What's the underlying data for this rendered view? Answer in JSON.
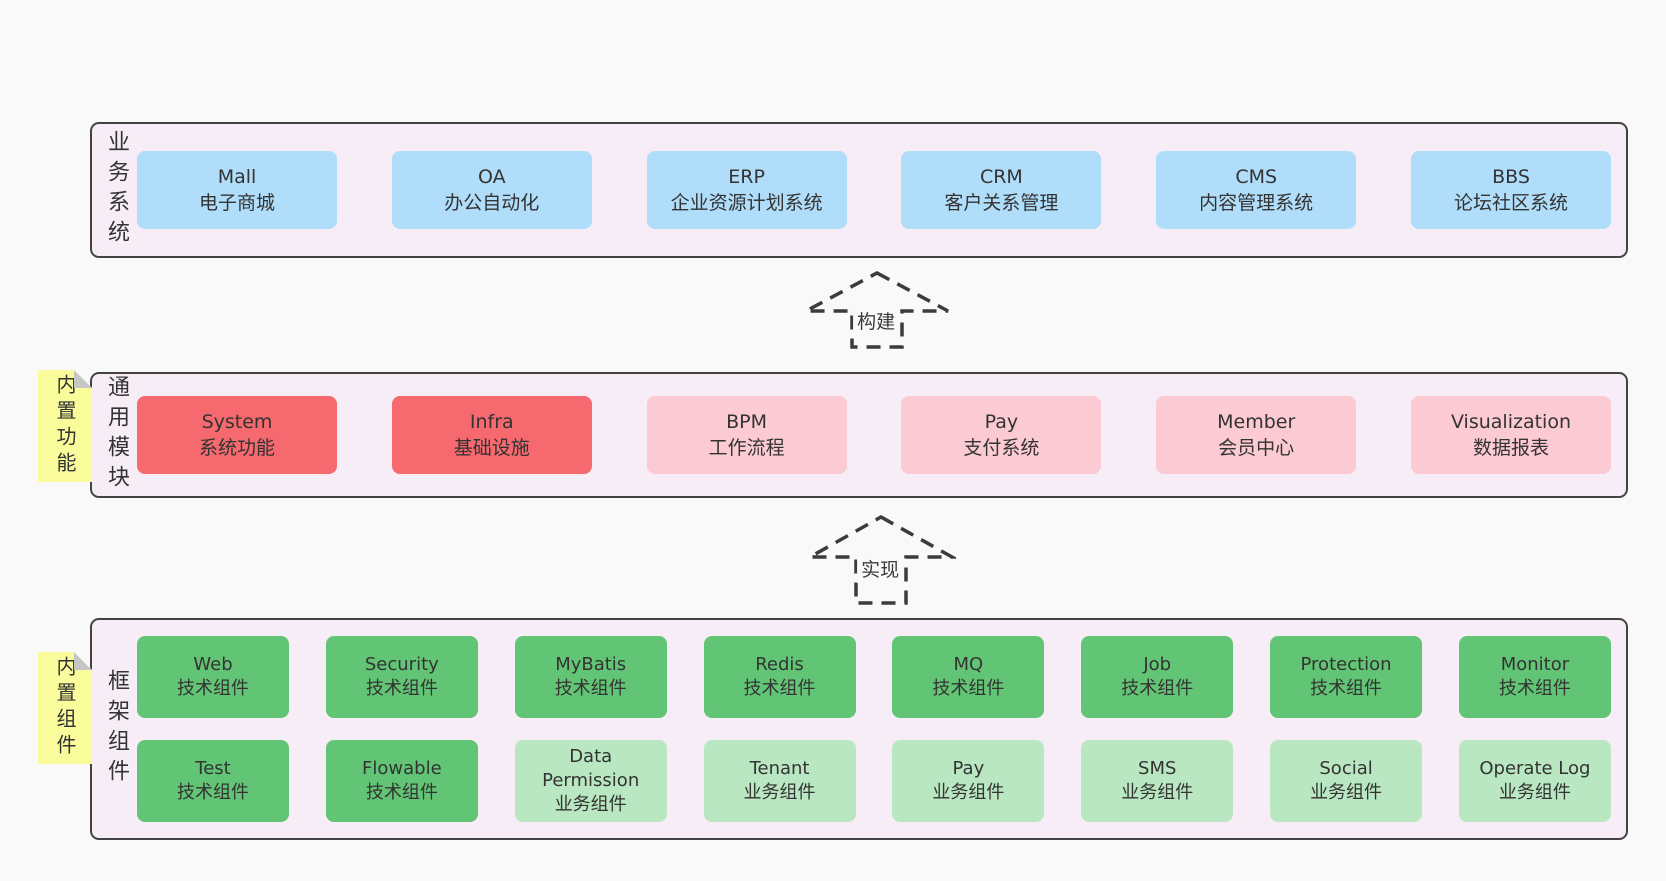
{
  "palette": {
    "blue": "#b0ddf9",
    "red": "#f5696f",
    "pink": "#fbcad2",
    "green": "#62c575",
    "lightGreen": "#b9e7c1",
    "layerBg": "#f7edf6",
    "noteBg": "#fafc9c",
    "pageBg": "#f9f9f9"
  },
  "arrows": [
    {
      "label": "构建"
    },
    {
      "label": "实现"
    }
  ],
  "layers": [
    {
      "label": "业务系统",
      "items": [
        {
          "name": "Mall",
          "desc": "电子商城",
          "variant": "blue"
        },
        {
          "name": "OA",
          "desc": "办公自动化",
          "variant": "blue"
        },
        {
          "name": "ERP",
          "desc": "企业资源计划系统",
          "variant": "blue"
        },
        {
          "name": "CRM",
          "desc": "客户关系管理",
          "variant": "blue"
        },
        {
          "name": "CMS",
          "desc": "内容管理系统",
          "variant": "blue"
        },
        {
          "name": "BBS",
          "desc": "论坛社区系统",
          "variant": "blue"
        }
      ]
    },
    {
      "label": "通用模块",
      "note": "内置功能",
      "items": [
        {
          "name": "System",
          "desc": "系统功能",
          "variant": "red"
        },
        {
          "name": "Infra",
          "desc": "基础设施",
          "variant": "red"
        },
        {
          "name": "BPM",
          "desc": "工作流程",
          "variant": "pink"
        },
        {
          "name": "Pay",
          "desc": "支付系统",
          "variant": "pink"
        },
        {
          "name": "Member",
          "desc": "会员中心",
          "variant": "pink"
        },
        {
          "name": "Visualization",
          "desc": "数据报表",
          "variant": "pink"
        }
      ]
    },
    {
      "label": "框架组件",
      "note": "内置组件",
      "rows": [
        [
          {
            "name": "Web",
            "desc": "技术组件",
            "variant": "green"
          },
          {
            "name": "Security",
            "desc": "技术组件",
            "variant": "green"
          },
          {
            "name": "MyBatis",
            "desc": "技术组件",
            "variant": "green"
          },
          {
            "name": "Redis",
            "desc": "技术组件",
            "variant": "green"
          },
          {
            "name": "MQ",
            "desc": "技术组件",
            "variant": "green"
          },
          {
            "name": "Job",
            "desc": "技术组件",
            "variant": "green"
          },
          {
            "name": "Protection",
            "desc": "技术组件",
            "variant": "green"
          },
          {
            "name": "Monitor",
            "desc": "技术组件",
            "variant": "green"
          }
        ],
        [
          {
            "name": "Test",
            "desc": "技术组件",
            "variant": "green"
          },
          {
            "name": "Flowable",
            "desc": "技术组件",
            "variant": "green"
          },
          {
            "name": "Data Permission",
            "desc": "业务组件",
            "variant": "lightGreen"
          },
          {
            "name": "Tenant",
            "desc": "业务组件",
            "variant": "lightGreen"
          },
          {
            "name": "Pay",
            "desc": "业务组件",
            "variant": "lightGreen"
          },
          {
            "name": "SMS",
            "desc": "业务组件",
            "variant": "lightGreen"
          },
          {
            "name": "Social",
            "desc": "业务组件",
            "variant": "lightGreen"
          },
          {
            "name": "Operate Log",
            "desc": "业务组件",
            "variant": "lightGreen"
          }
        ]
      ]
    }
  ]
}
